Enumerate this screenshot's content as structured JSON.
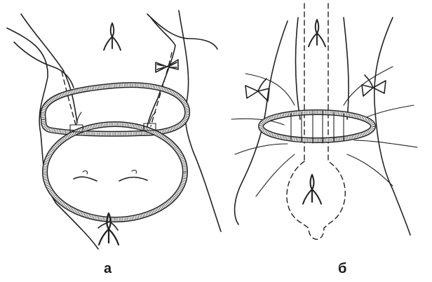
{
  "panels": [
    {
      "id": "a",
      "label": "а"
    },
    {
      "id": "b",
      "label": "б"
    }
  ],
  "colors": {
    "ink": "#222222",
    "background": "#ffffff"
  }
}
